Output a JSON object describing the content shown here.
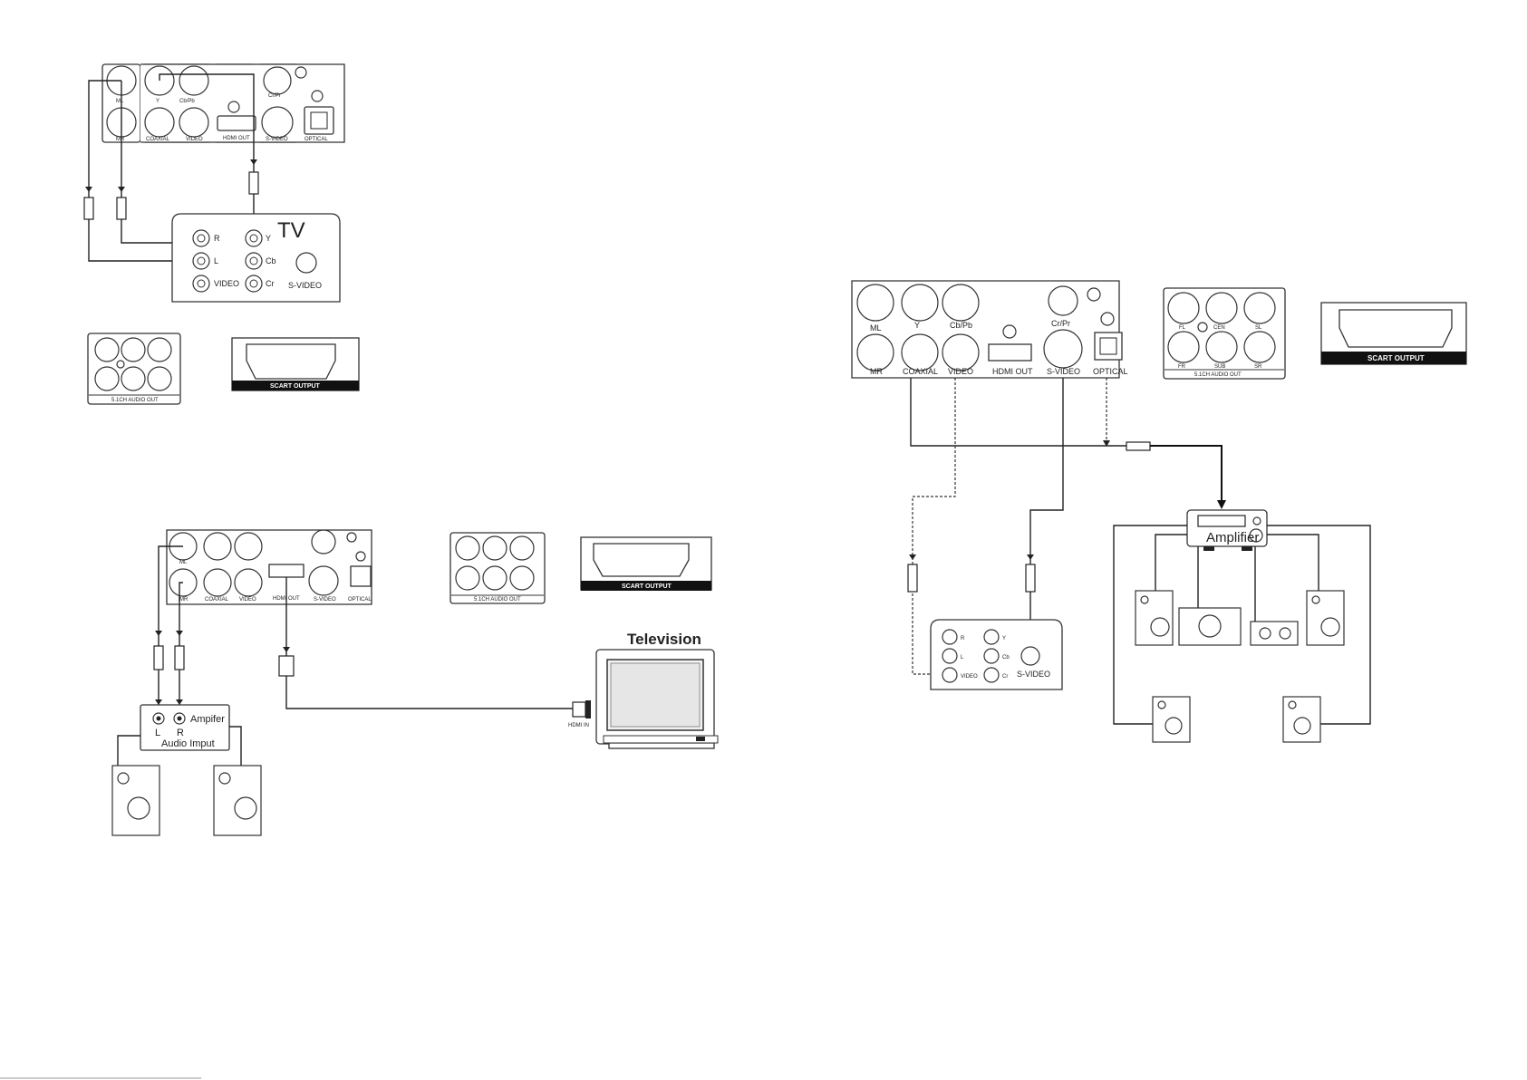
{
  "panel_labels": {
    "mic": "ML",
    "mr": "MR",
    "y": "Y",
    "cb_pb": "Cb/Pb",
    "cr_pr": "Cr/Pr",
    "coaxial": "COAXIAL",
    "video": "VIDEO",
    "hdmi_out": "HDMI OUT",
    "s_video": "S-VIDEO",
    "optical": "OPTICAL"
  },
  "audio_out_labels": {
    "fl": "FL",
    "cen": "CEN",
    "sl": "SL",
    "fr": "FR",
    "sub": "SUB",
    "sr": "SR",
    "caption": "5.1CH AUDIO OUT"
  },
  "scart_label": "SCART OUTPUT",
  "tv_box": {
    "title": "TV",
    "r": "R",
    "l": "L",
    "video": "VIDEO",
    "y": "Y",
    "cb": "Cb",
    "cr": "Cr",
    "s_video": "S-VIDEO"
  },
  "television": {
    "title": "Television",
    "hdmi_in": "HDMI IN"
  },
  "amplifier_small": {
    "title": "Ampifer",
    "l": "L",
    "r": "R",
    "audio_input": "Audio Imput"
  },
  "amplifier_large": {
    "title": "Amplifier"
  }
}
